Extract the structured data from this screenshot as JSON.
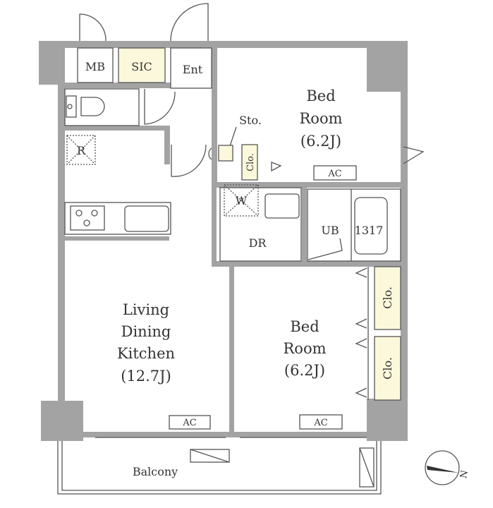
{
  "plan": {
    "rooms": {
      "mb": "MB",
      "sic": "SIC",
      "ent": "Ent",
      "sto": "Sto.",
      "clo": "Clo.",
      "refrigerator": "R",
      "washer": "W",
      "dr": "DR",
      "ub": "UB",
      "bath_size": "1317",
      "bed_top": {
        "line1": "Bed",
        "line2": "Room",
        "line3": "(6.2J)"
      },
      "bed_bottom": {
        "line1": "Bed",
        "line2": "Room",
        "line3": "(6.2J)"
      },
      "ldk": {
        "line1": "Living",
        "line2": "Dining",
        "line3": "Kitchen",
        "line4": "(12.7J)"
      },
      "balcony": "Balcony",
      "ac": "AC"
    },
    "compass": "N",
    "colors": {
      "wall": "#a3a3a3",
      "storage": "#fcf8dc"
    }
  }
}
